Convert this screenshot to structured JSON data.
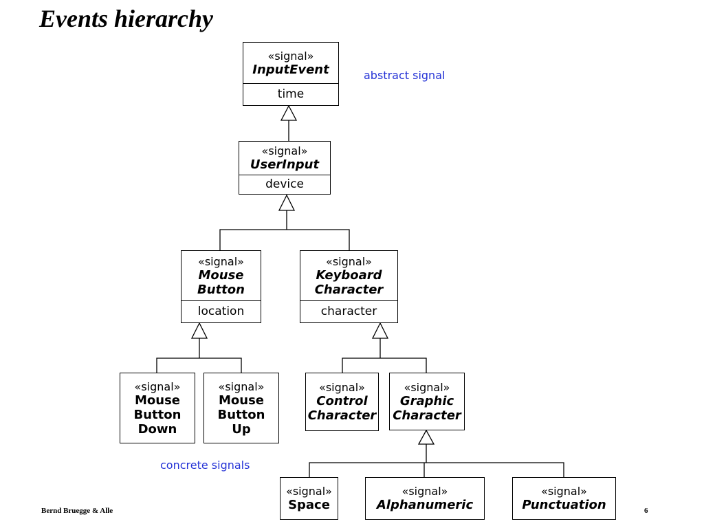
{
  "title": "Events hierarchy",
  "stereotype": "«signal»",
  "classes": {
    "input_event": {
      "name": "InputEvent",
      "attribute": "time"
    },
    "user_input": {
      "name": "UserInput",
      "attribute": "device"
    },
    "mouse_button": {
      "name": "Mouse\nButton",
      "attribute": "location"
    },
    "keyboard_character": {
      "name": "Keyboard\nCharacter",
      "attribute": "character"
    },
    "mouse_button_down": {
      "name": "Mouse\nButton\nDown"
    },
    "mouse_button_up": {
      "name": "Mouse\nButton\nUp"
    },
    "control_character": {
      "name": "Control\nCharacter"
    },
    "graphic_character": {
      "name": "Graphic\nCharacter"
    },
    "space": {
      "name": "Space"
    },
    "alphanumeric": {
      "name": "Alphanumeric"
    },
    "punctuation": {
      "name": "Punctuation"
    }
  },
  "notes": {
    "abstract": "abstract signal",
    "concrete": "concrete signals"
  },
  "footer": {
    "author": "Bernd Bruegge & Alle",
    "page": "6"
  }
}
